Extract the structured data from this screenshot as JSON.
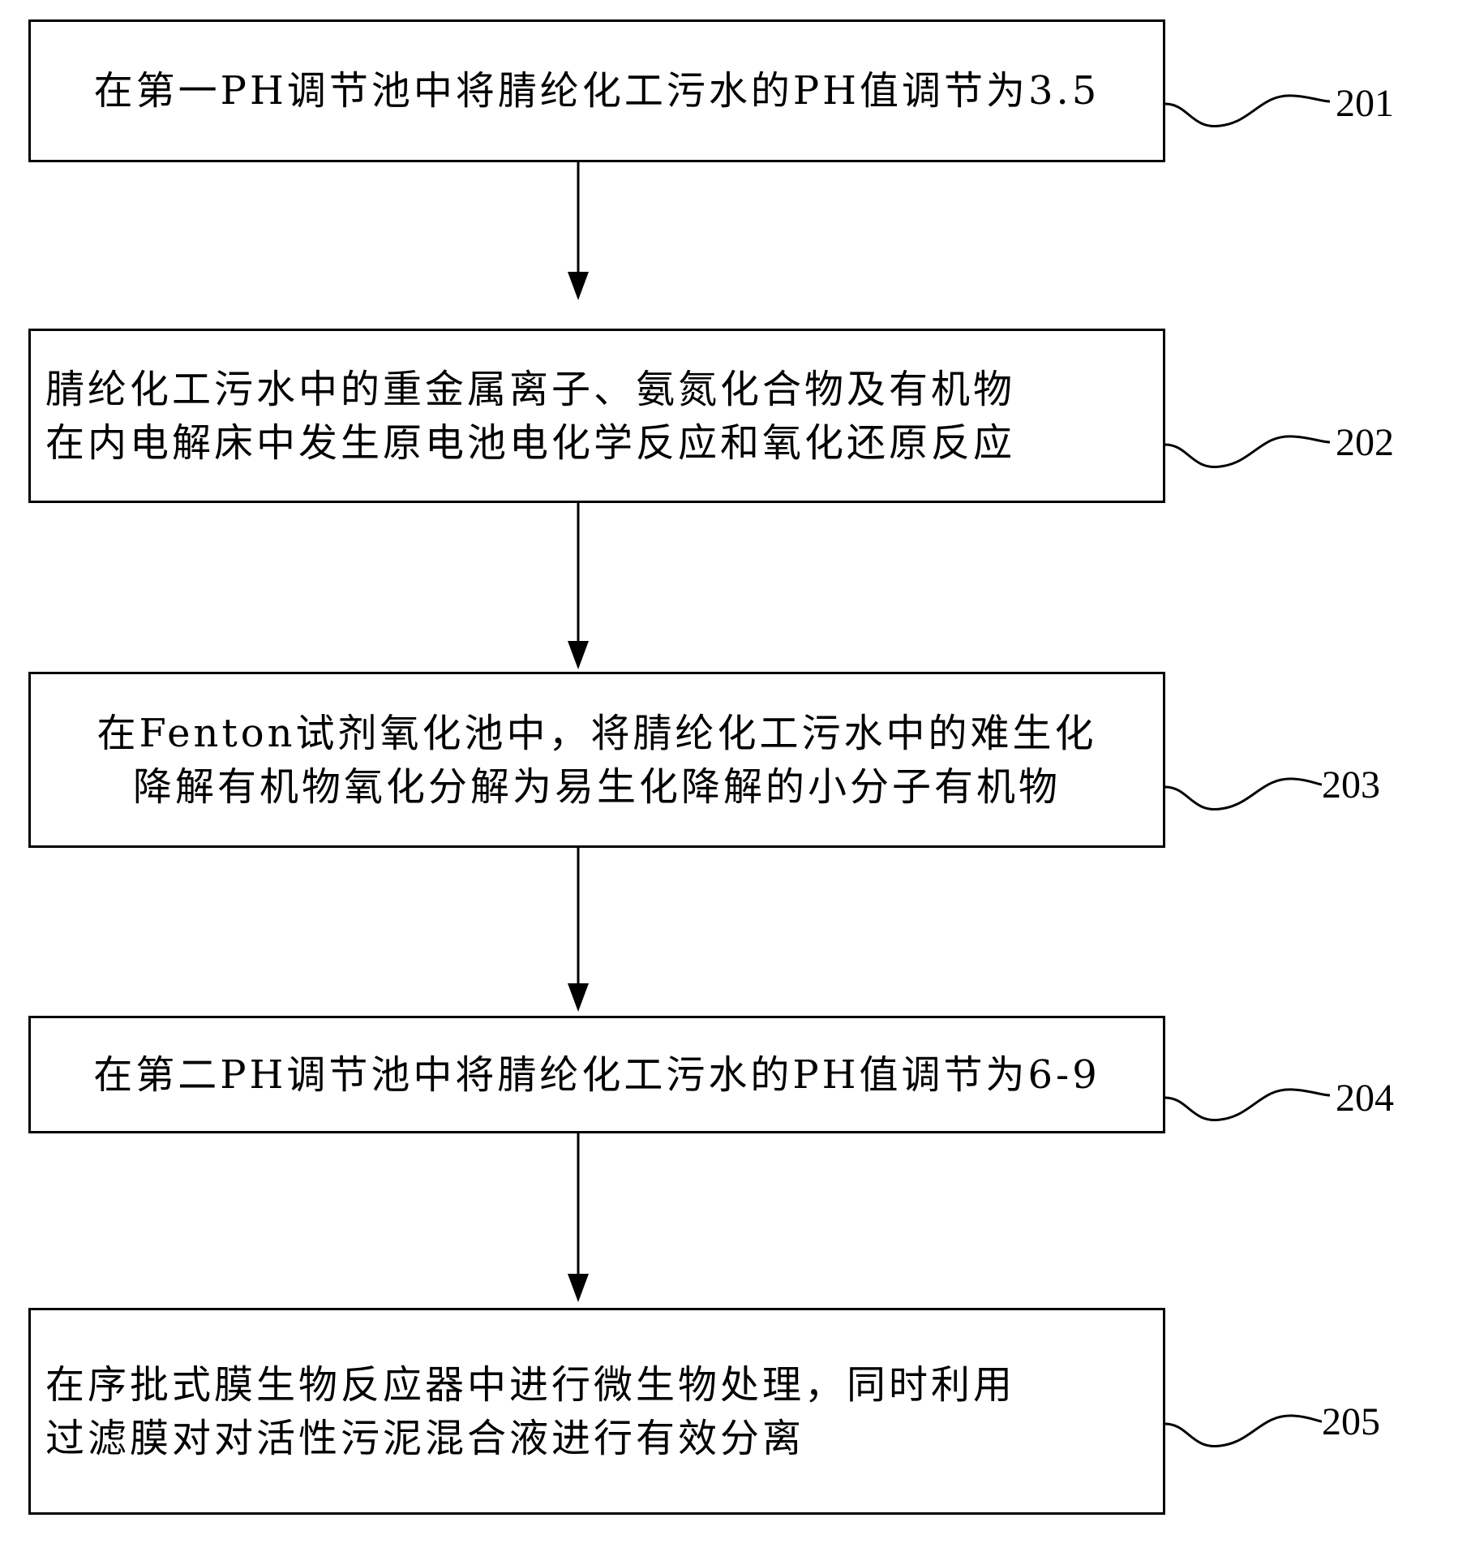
{
  "steps": [
    {
      "id": "201",
      "lines": [
        "在第一PH调节池中将腈纶化工污水的PH值调节为3.5"
      ]
    },
    {
      "id": "202",
      "lines": [
        "腈纶化工污水中的重金属离子、氨氮化合物及有机物",
        "在内电解床中发生原电池电化学反应和氧化还原反应"
      ]
    },
    {
      "id": "203",
      "lines": [
        "在Fenton试剂氧化池中，将腈纶化工污水中的难生化",
        "降解有机物氧化分解为易生化降解的小分子有机物"
      ]
    },
    {
      "id": "204",
      "lines": [
        "在第二PH调节池中将腈纶化工污水的PH值调节为6-9"
      ]
    },
    {
      "id": "205",
      "lines": [
        "在序批式膜生物反应器中进行微生物处理，同时利用",
        "过滤膜对对活性污泥混合液进行有效分离"
      ]
    }
  ]
}
